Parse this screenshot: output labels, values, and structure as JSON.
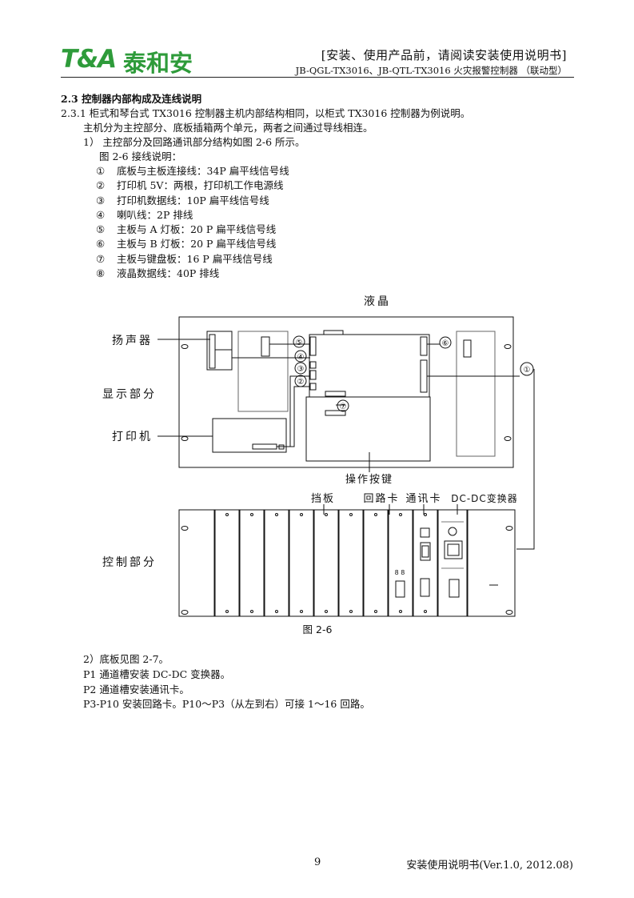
{
  "header": {
    "logo_latin": "T&A",
    "logo_chinese": "泰和安",
    "title": "[安装、使用产品前，请阅读安装使用说明书]",
    "subtitle": "JB-QGL-TX3016、JB-QTL-TX3016 火灾报警控制器 （联动型）"
  },
  "section": {
    "heading": "2.3 控制器内部构成及连线说明",
    "para1": "2.3.1 柜式和琴台式 TX3016 控制器主机内部结构相同，以柜式 TX3016 控制器为例说明。",
    "para2": "主机分为主控部分、底板插箱两个单元，两者之间通过导线相连。",
    "para3": "1） 主控部分及回路通讯部分结构如图 2-6 所示。",
    "wiring_title": "图 2-6 接线说明：",
    "wiring": [
      {
        "num": "①",
        "text": "底板与主板连接线：34P 扁平线信号线"
      },
      {
        "num": "②",
        "text": "打印机 5V：两根，打印机工作电源线"
      },
      {
        "num": "③",
        "text": "打印机数据线：10P 扁平线信号线"
      },
      {
        "num": "④",
        "text": "喇叭线：2P 排线"
      },
      {
        "num": "⑤",
        "text": "主板与 A 灯板：20 P 扁平线信号线"
      },
      {
        "num": "⑥",
        "text": "主板与 B 灯板：20 P 扁平线信号线"
      },
      {
        "num": "⑦",
        "text": "主板与键盘板：16 P 扁平线信号线"
      },
      {
        "num": "⑧",
        "text": "液晶数据线：40P 排线"
      }
    ]
  },
  "diagram": {
    "label_lcd": "液晶",
    "label_speaker": "扬声器",
    "label_display": "显示部分",
    "label_printer": "打印机",
    "label_keys": "操作按键",
    "label_baffle": "挡板",
    "label_loop": "回路卡",
    "label_comm": "通讯卡",
    "label_dcdc": "DC-DC变换器",
    "label_control": "控制部分",
    "circ1": "①",
    "circ2": "②",
    "circ3": "③",
    "circ4": "④",
    "circ5": "⑤",
    "circ6": "⑥",
    "circ7": "⑦",
    "caption": "图 2-6"
  },
  "section2": {
    "para1": "2）底板见图 2-7。",
    "para2": "P1 通道槽安装 DC-DC 变换器。",
    "para3": "P2 通道槽安装通讯卡。",
    "para4": "P3-P10 安装回路卡。P10～P3（从左到右）可接 1～16 回路。"
  },
  "footer": {
    "page": "9",
    "doc": "安装使用说明书(Ver.1.0, 2012.08)"
  },
  "colors": {
    "brand_green": "#2e9b3a",
    "line": "#111111"
  }
}
